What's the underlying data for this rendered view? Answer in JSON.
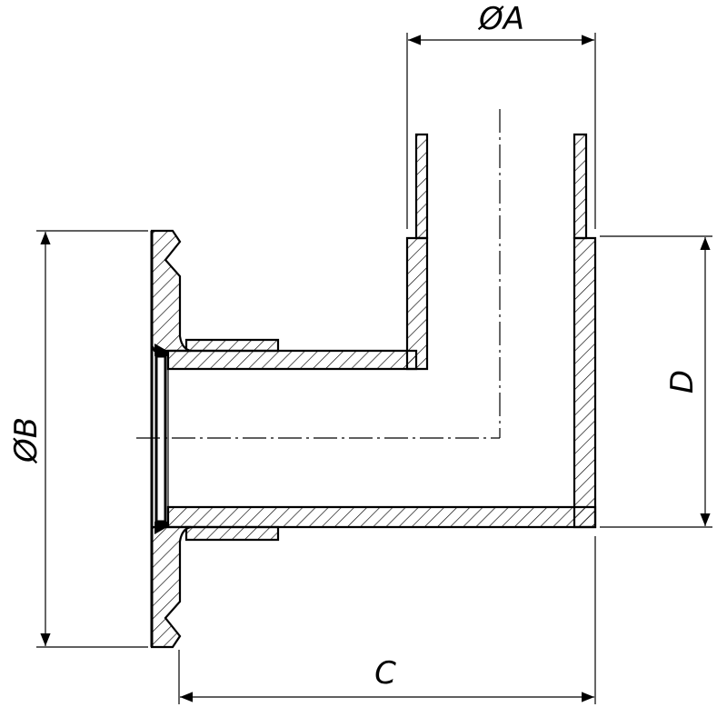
{
  "drawing": {
    "type": "sanitary clamp 90-degree elbow, cross-section drawing",
    "dimensions": {
      "a": "ØA",
      "b": "ØB",
      "c": "C",
      "d": "D"
    }
  },
  "colors": {
    "line": "#000000",
    "background": "#ffffff"
  }
}
